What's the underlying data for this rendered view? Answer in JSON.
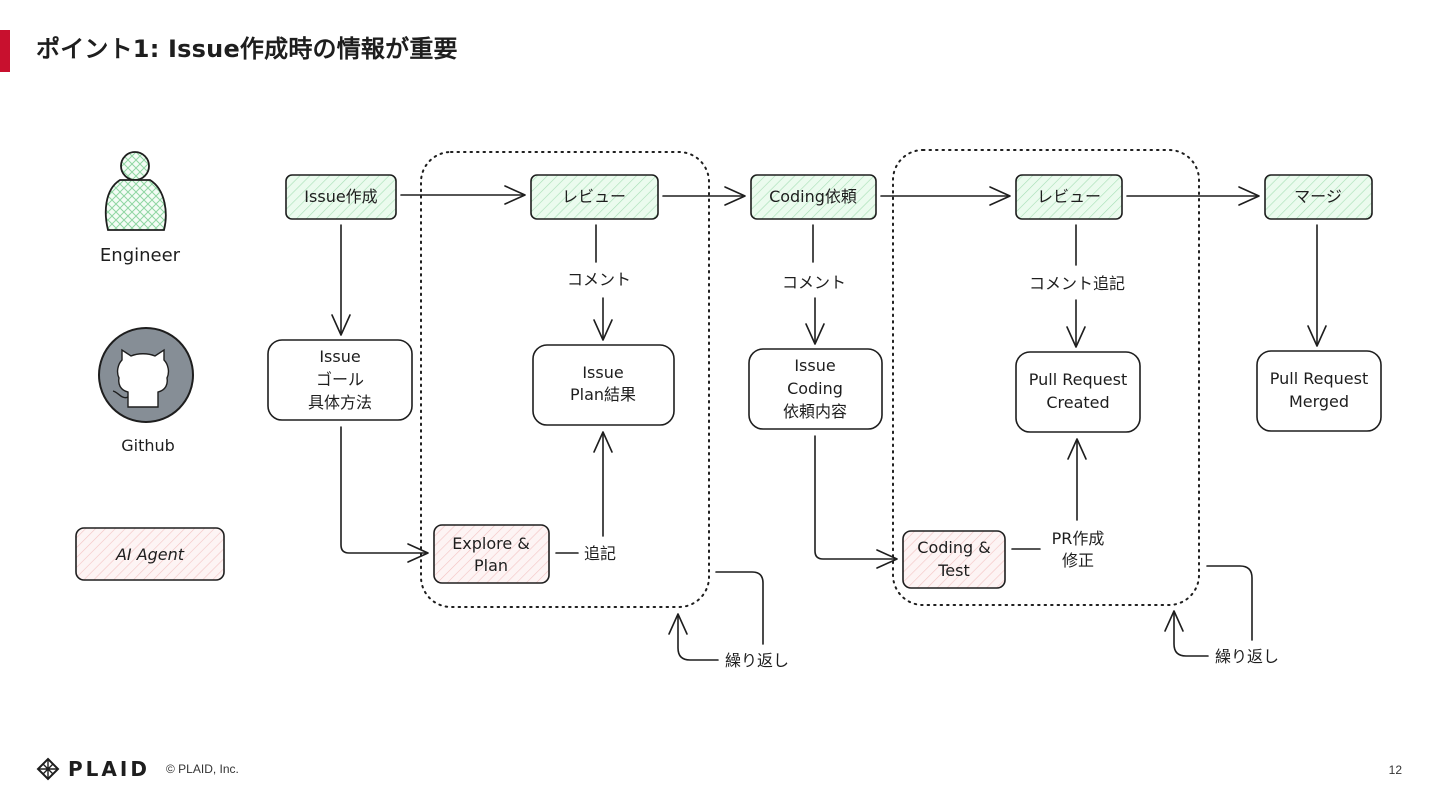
{
  "slide": {
    "title": "ポイント1: Issue作成時の情報が重要",
    "page_number": "12",
    "accent_color": "#c8102e"
  },
  "legend": {
    "engineer": "Engineer",
    "github": "Github",
    "ai_agent": "AI Agent"
  },
  "nodes": {
    "issue_create": "Issue作成",
    "review_1": "レビュー",
    "coding_request": "Coding依頼",
    "review_2": "レビュー",
    "merge": "マージ",
    "issue_goal": [
      "Issue",
      "ゴール",
      "具体方法"
    ],
    "issue_plan": [
      "Issue",
      "Plan結果"
    ],
    "issue_coding": [
      "Issue",
      "Coding",
      "依頼内容"
    ],
    "pr_created": [
      "Pull Request",
      "Created"
    ],
    "pr_merged": [
      "Pull Request",
      "Merged"
    ],
    "explore_plan": [
      "Explore &",
      "Plan"
    ],
    "coding_test": [
      "Coding &",
      "Test"
    ]
  },
  "edge_labels": {
    "comment_1": "コメント",
    "comment_2": "コメント",
    "comment_append": "コメント追記",
    "append": "追記",
    "pr_fix": [
      "PR作成",
      "修正"
    ],
    "repeat_1": "繰り返し",
    "repeat_2": "繰り返し"
  },
  "colors": {
    "engineer_fill": "#ebfbee",
    "engineer_hatch": "#7fd197",
    "agent_fill": "#fdf2f2",
    "agent_hatch": "#f0b3b3",
    "github_fill": "#868e96",
    "stroke": "#1e1e1e"
  },
  "footer": {
    "brand": "PLAID",
    "copyright": "© PLAID, Inc."
  }
}
